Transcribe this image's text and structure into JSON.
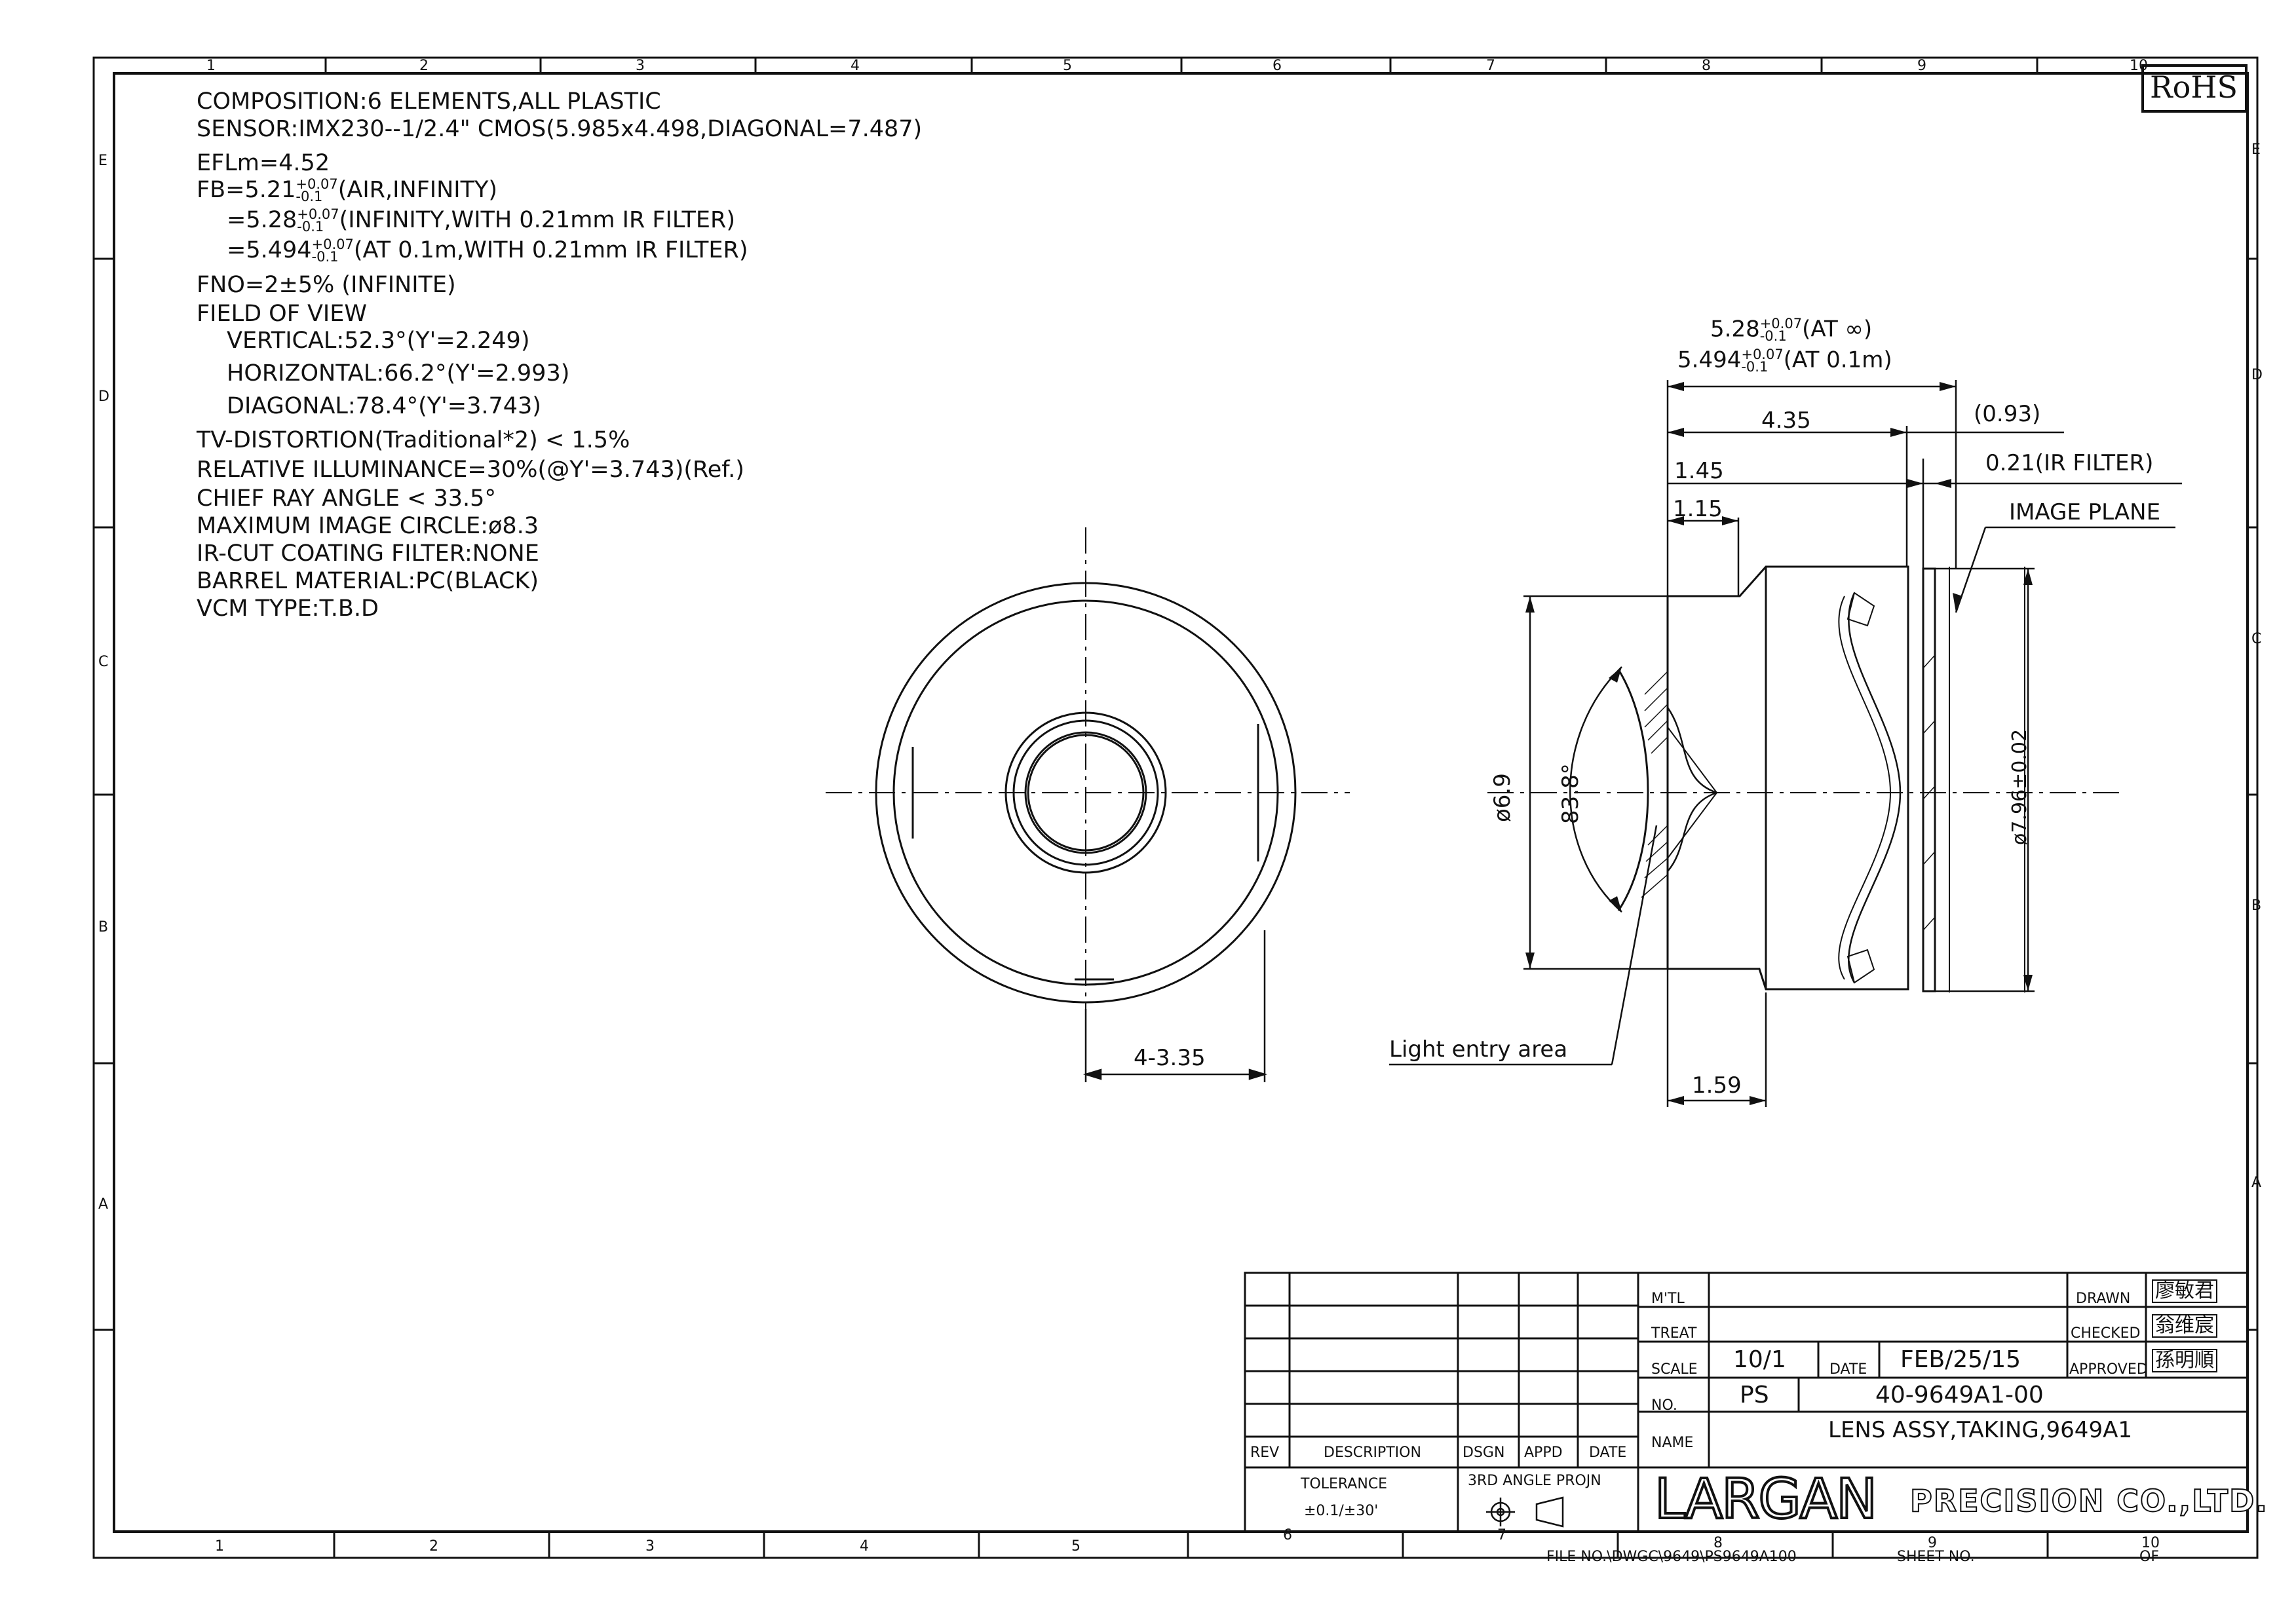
{
  "specs": {
    "composition": "COMPOSITION:6 ELEMENTS,ALL PLASTIC",
    "sensor": "SENSOR:IMX230--1/2.4\" CMOS(5.985x4.498,DIAGONAL=7.487)",
    "efl": "EFLm=4.52",
    "fb1_pre": "FB=5.21",
    "fb1_tol_upper": "+0.07",
    "fb1_tol_lower": "-0.1",
    "fb1_post": "(AIR,INFINITY)",
    "fb2_pre": "=5.28",
    "fb2_tol_upper": "+0.07",
    "fb2_tol_lower": "-0.1",
    "fb2_post": "(INFINITY,WITH 0.21mm IR FILTER)",
    "fb3_pre": "=5.494",
    "fb3_tol_upper": "+0.07",
    "fb3_tol_lower": "-0.1",
    "fb3_post": "(AT 0.1m,WITH 0.21mm IR FILTER)",
    "fno": "FNO=2±5% (INFINITE)",
    "fov_title": "FIELD OF VIEW",
    "fov_vertical": "VERTICAL:52.3°(Y'=2.249)",
    "fov_horizontal": "HORIZONTAL:66.2°(Y'=2.993)",
    "fov_diagonal": "DIAGONAL:78.4°(Y'=3.743)",
    "tv_distortion": "TV-DISTORTION(Traditional*2) < 1.5%",
    "relative_illuminance": "RELATIVE ILLUMINANCE=30%(@Y'=3.743)(Ref.)",
    "chief_ray_angle": "CHIEF RAY ANGLE < 33.5°",
    "max_image_circle": "MAXIMUM IMAGE CIRCLE:ø8.3",
    "ir_cut": "IR-CUT COATING FILTER:NONE",
    "barrel_material": "BARREL MATERIAL:PC(BLACK)",
    "vcm_type": "VCM TYPE:T.B.D"
  },
  "rohs": "RoHS",
  "grid_top": [
    "1",
    "2",
    "3",
    "4",
    "5",
    "6",
    "7",
    "8",
    "9",
    "10"
  ],
  "grid_bottom": [
    "1",
    "2",
    "3",
    "4",
    "5",
    "6",
    "7",
    "8",
    "9",
    "10"
  ],
  "grid_rows": [
    "E",
    "D",
    "C",
    "B",
    "A"
  ],
  "dims": {
    "front_dia_width": "4-3.35",
    "fb_inf_pre": "5.28",
    "fb_inf_upper": "+0.07",
    "fb_inf_lower": "-0.1",
    "fb_inf_post": "(AT ∞)",
    "fb_near_pre": "5.494",
    "fb_near_upper": "+0.07",
    "fb_near_lower": "-0.1",
    "fb_near_post": "(AT 0.1m)",
    "length_435": "4.35",
    "gap_093": "(0.93)",
    "len_145": "1.45",
    "len_115": "1.15",
    "ir_filter": "0.21(IR FILTER)",
    "image_plane": "IMAGE PLANE",
    "dia_69": "ø6.9",
    "angle_838": "83.8°",
    "dia_796": "ø7.96±0.02",
    "light_entry": "Light entry area",
    "len_159": "1.59"
  },
  "title_block": {
    "mtl_label": "M'TL",
    "treat_label": "TREAT",
    "scale_label": "SCALE",
    "scale_value": "10/1",
    "date_label": "DATE",
    "date_value": "FEB/25/15",
    "no_label": "NO.",
    "no_prefix": "PS",
    "part_no": "40-9649A1-00",
    "name_label": "NAME",
    "name_value": "LENS ASSY,TAKING,9649A1",
    "drawn_label": "DRAWN",
    "checked_label": "CHECKED",
    "approved_label": "APPROVED",
    "drawn_sig": "廖敏君",
    "checked_sig": "翁维宸",
    "approved_sig": "孫明順",
    "rev_label": "REV",
    "description_label": "DESCRIPTION",
    "dsgn_label": "DSGN",
    "appd_label": "APPD",
    "date_col_label": "DATE",
    "tolerance_label": "TOLERANCE",
    "tolerance_value": "±0.1/±30'",
    "projection_label": "3RD ANGLE PROJN",
    "company_logo": "LARGAN",
    "company_suffix": "PRECISION CO.,LTD.",
    "file_no": "FILE NO.\\DWGC\\9649\\PS9649A100",
    "sheet_no_label": "SHEET NO.",
    "of_label": "OF"
  }
}
